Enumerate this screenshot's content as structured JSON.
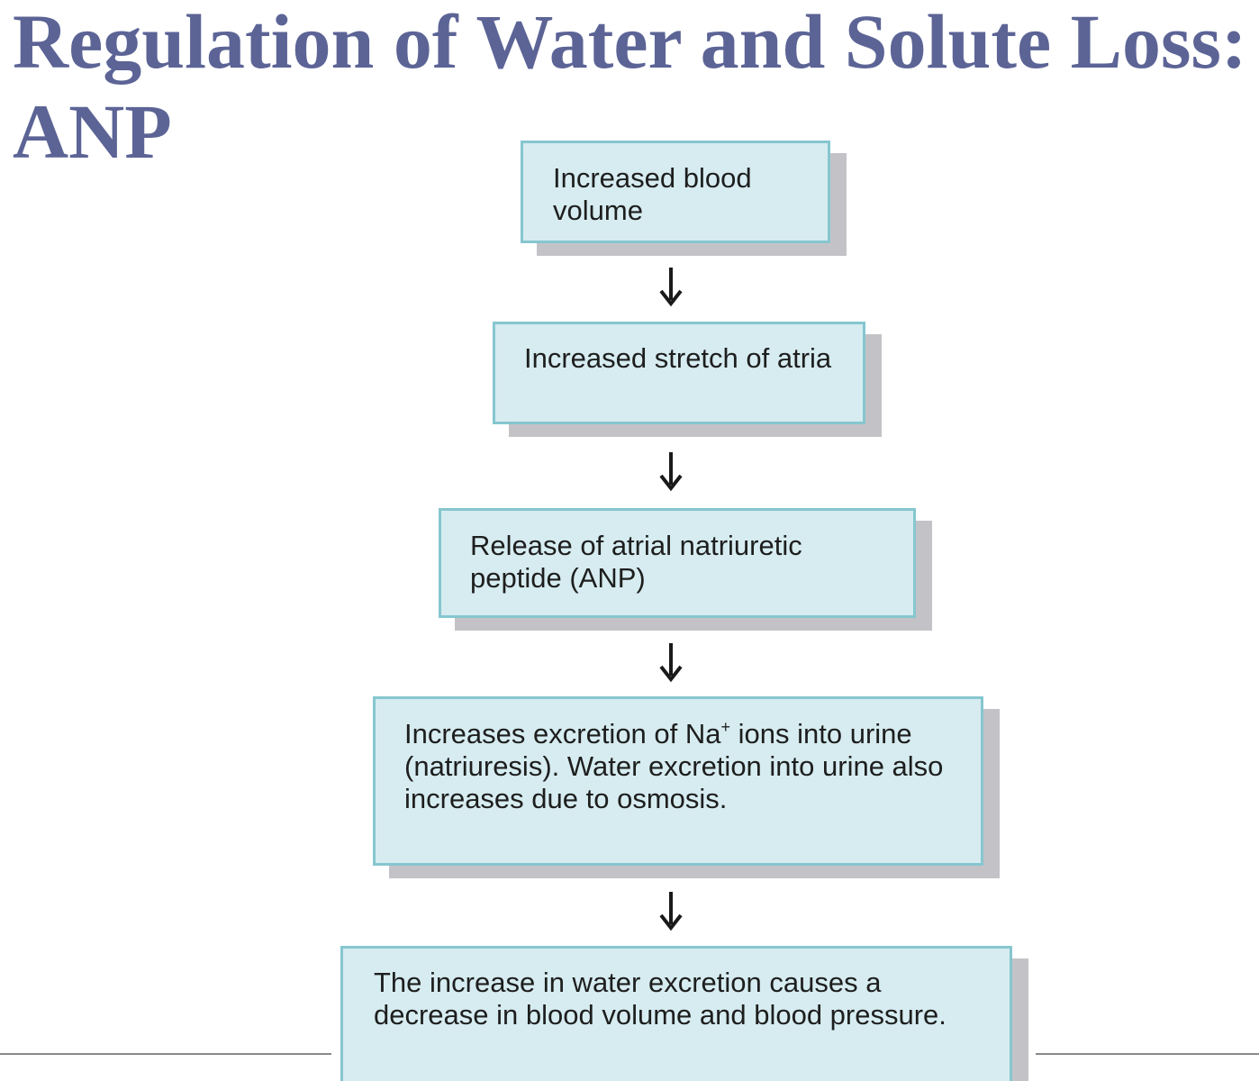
{
  "title": {
    "line1": "Regulation of Water and Solute Loss:",
    "line2": "ANP"
  },
  "flow": {
    "step1": "Increased blood volume",
    "step2": "Increased stretch of atria",
    "step3": "Release of atrial natriuretic peptide (ANP)",
    "step4": {
      "before": "Increases excretion of Na",
      "sup": "+",
      "after": " ions into urine (natriuresis). Water excretion into urine also increases due to osmosis."
    },
    "step5": "The increase in water excretion causes a decrease in blood volume and blood pressure."
  },
  "colors": {
    "title": "#5c6496",
    "box_fill": "#d6ecf0",
    "box_border": "#86c6cf",
    "box_shadow": "#c3c3c7",
    "arrow": "#1a1a1a"
  }
}
